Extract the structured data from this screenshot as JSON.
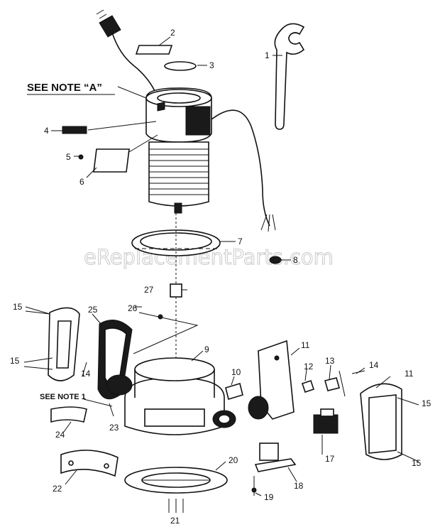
{
  "notes": {
    "note_a": "SEE NOTE “A”",
    "note_1": "SEE NOTE 1"
  },
  "watermark": "eReplacementParts.com",
  "callouts": [
    {
      "id": "1",
      "text": "1"
    },
    {
      "id": "2",
      "text": "2"
    },
    {
      "id": "3",
      "text": "3"
    },
    {
      "id": "4",
      "text": "4"
    },
    {
      "id": "5",
      "text": "5"
    },
    {
      "id": "6",
      "text": "6"
    },
    {
      "id": "7",
      "text": "7"
    },
    {
      "id": "8",
      "text": "8"
    },
    {
      "id": "9",
      "text": "9"
    },
    {
      "id": "10",
      "text": "10"
    },
    {
      "id": "11a",
      "text": "11"
    },
    {
      "id": "11b",
      "text": "11"
    },
    {
      "id": "12",
      "text": "12"
    },
    {
      "id": "13",
      "text": "13"
    },
    {
      "id": "14a",
      "text": "14"
    },
    {
      "id": "14b",
      "text": "14"
    },
    {
      "id": "15a",
      "text": "15"
    },
    {
      "id": "15b",
      "text": "15"
    },
    {
      "id": "15c",
      "text": "15"
    },
    {
      "id": "15d",
      "text": "15"
    },
    {
      "id": "17",
      "text": "17"
    },
    {
      "id": "18",
      "text": "18"
    },
    {
      "id": "19",
      "text": "19"
    },
    {
      "id": "20",
      "text": "20"
    },
    {
      "id": "21",
      "text": "21"
    },
    {
      "id": "22",
      "text": "22"
    },
    {
      "id": "23",
      "text": "23"
    },
    {
      "id": "24",
      "text": "24"
    },
    {
      "id": "25",
      "text": "25"
    },
    {
      "id": "26",
      "text": "26"
    },
    {
      "id": "27",
      "text": "27"
    }
  ]
}
